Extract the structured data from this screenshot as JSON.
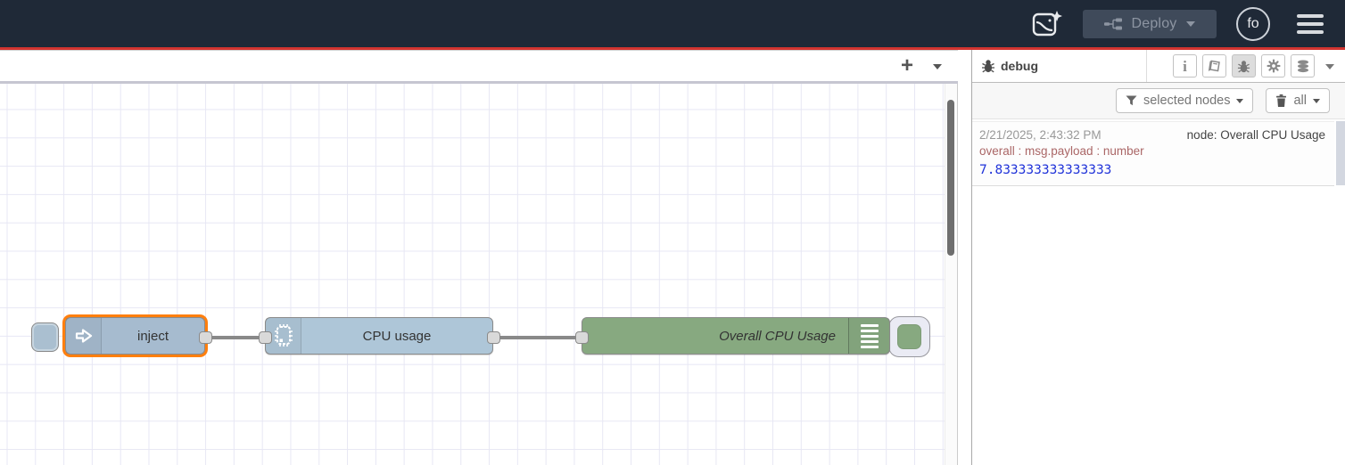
{
  "header": {
    "deploy_label": "Deploy",
    "avatar_initials": "fo"
  },
  "workspace": {
    "add_flow_label": "+",
    "flow": {
      "nodes": [
        {
          "type": "inject",
          "label": "inject",
          "selected": true,
          "has_button": true
        },
        {
          "type": "cpu",
          "label": "CPU usage"
        },
        {
          "type": "debug",
          "label": "Overall CPU Usage",
          "toggle_enabled": true
        }
      ],
      "wires": [
        {
          "from": "inject",
          "to": "CPU usage"
        },
        {
          "from": "CPU usage",
          "to": "Overall CPU Usage"
        }
      ]
    }
  },
  "sidebar": {
    "tab_label": "debug",
    "tools": [
      "info",
      "help",
      "debug",
      "config",
      "context"
    ],
    "active_tool": "debug",
    "filter_label": "selected nodes",
    "clear_label": "all",
    "messages": [
      {
        "timestamp": "2/21/2025, 2:43:32 PM",
        "node": "node: Overall CPU Usage",
        "path": "overall : msg.payload : number",
        "value": "7.833333333333333"
      }
    ]
  },
  "colors": {
    "header_bg": "#1f2937",
    "header_border_red": "#d23430",
    "selected_node_outline": "#ff7f0e",
    "inject_node": "#a6bbcf",
    "cpu_node": "#aec6d8",
    "debug_node": "#87a980",
    "wire": "#898989",
    "debug_path_text": "#aa6666",
    "debug_value_text": "#2033d9"
  }
}
